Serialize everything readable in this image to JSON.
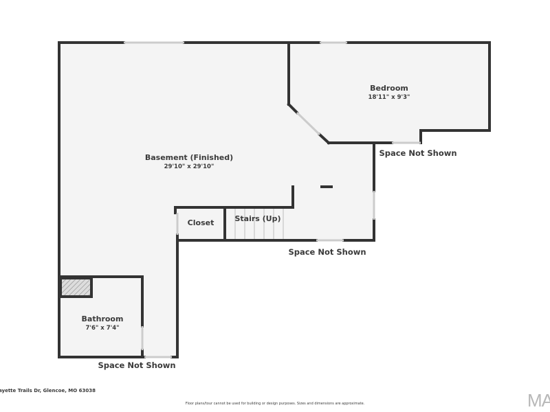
{
  "rooms": {
    "basement": {
      "name": "Basement (Finished)",
      "dims": "29'10\" x 29'10\""
    },
    "bedroom": {
      "name": "Bedroom",
      "dims": "18'11\" x 9'3\""
    },
    "bathroom": {
      "name": "Bathroom",
      "dims": "7'6\" x 7'4\""
    },
    "closet": {
      "name": "Closet"
    },
    "stairs": {
      "name": "Stairs (Up)"
    }
  },
  "space_not_shown": [
    "Space Not Shown",
    "Space Not Shown",
    "Space Not Shown"
  ],
  "footer": {
    "address": "ayette Trails Dr, Glencoe, MO 63038",
    "disclaimer": "Floor plans/tour cannot be used for building or design purposes. Sizes and dimensions are approximate.",
    "logo": "MA"
  },
  "colors": {
    "wall": "#333333",
    "floor": "#f4f4f4"
  }
}
